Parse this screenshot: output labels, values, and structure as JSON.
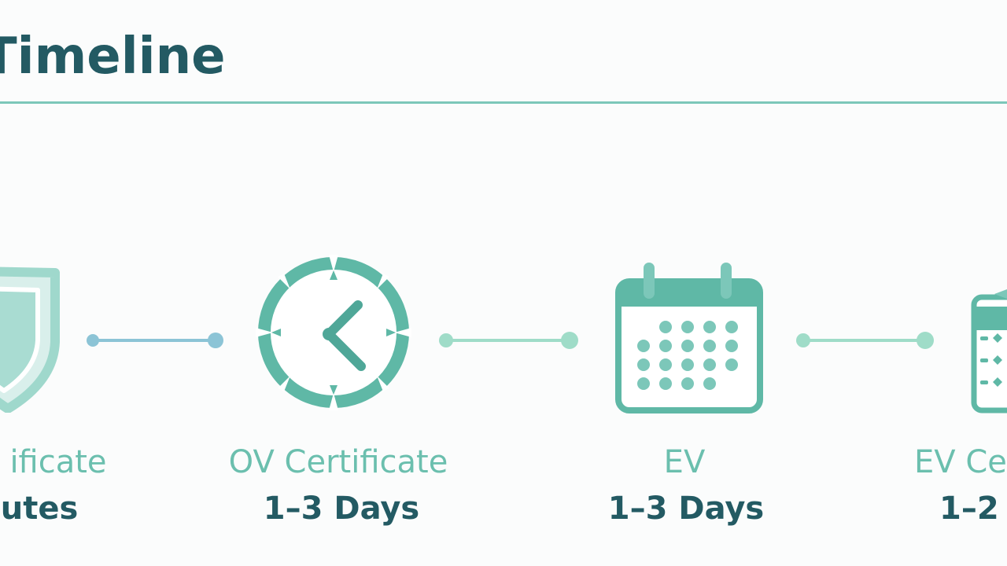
{
  "page": {
    "title": "Timeline"
  },
  "steps": [
    {
      "name": "ificate",
      "time": "utes",
      "icon": "shield-icon"
    },
    {
      "name": "OV Certificate",
      "time": "1–3 Days",
      "icon": "clock-icon"
    },
    {
      "name": "EV",
      "time": "1–3 Days",
      "icon": "calendar-icon"
    },
    {
      "name": "EV Ce",
      "time": "1–2",
      "icon": "calendar-icon"
    }
  ],
  "colors": {
    "title": "#235a63",
    "accent": "#5fb8a6",
    "accent_light": "#9fd8cc",
    "connector_blue": "#8cc4d6",
    "connector_green": "#9fdcc8",
    "time_text": "#235a63"
  }
}
